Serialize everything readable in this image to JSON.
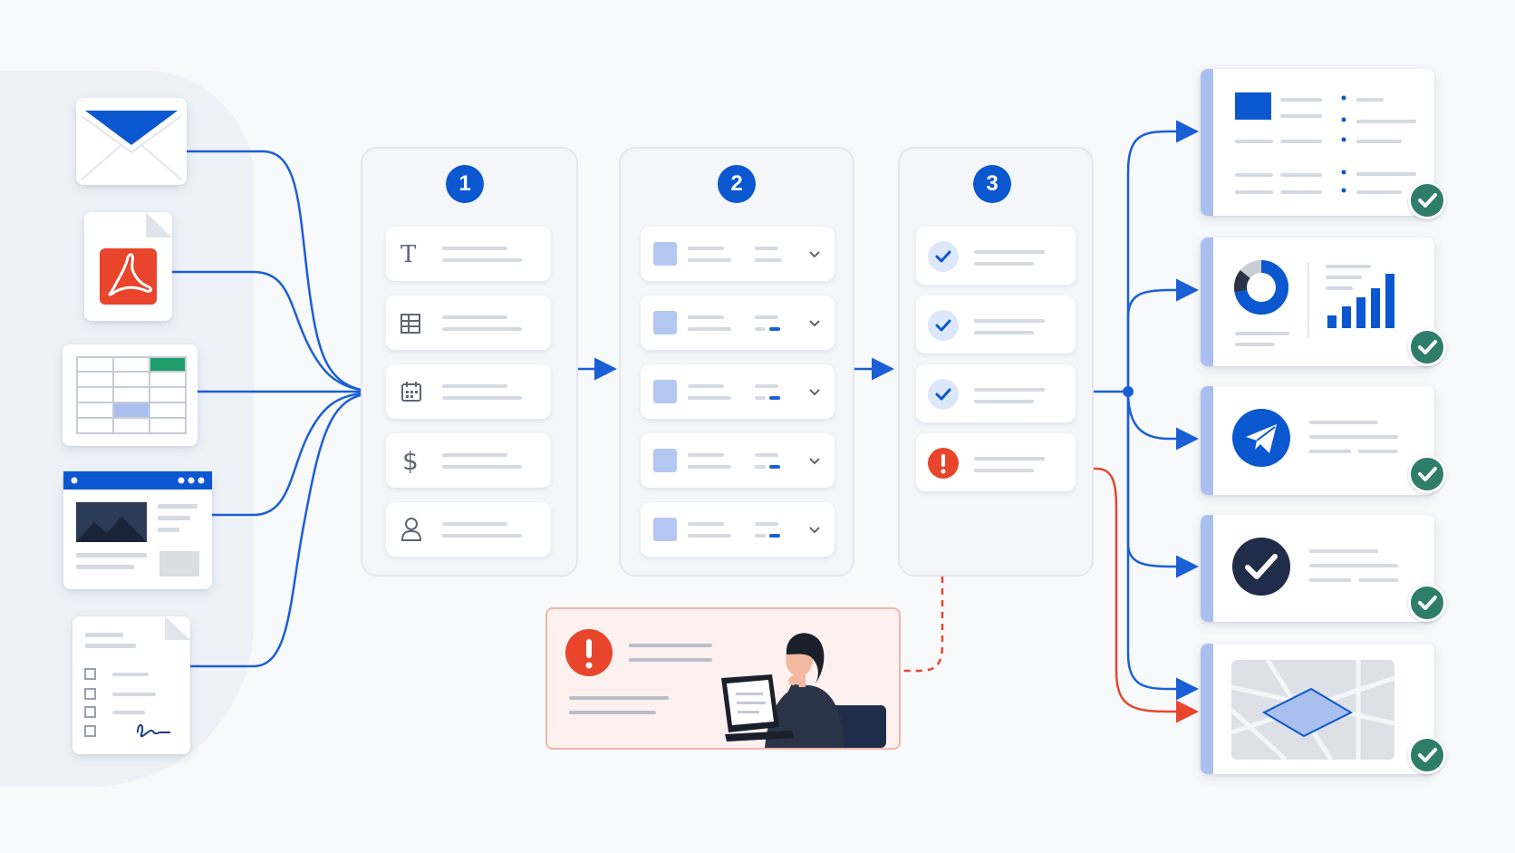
{
  "steps": [
    {
      "label": "1"
    },
    {
      "label": "2"
    },
    {
      "label": "3"
    }
  ],
  "sources": [
    "envelope-icon",
    "pdf-icon",
    "spreadsheet-icon",
    "webpage-icon",
    "form-icon"
  ],
  "extract_fields": [
    "text-field-icon",
    "table-field-icon",
    "calendar-field-icon",
    "dollar-field-icon",
    "person-field-icon"
  ],
  "validation_rows": [
    "check",
    "check",
    "check",
    "error"
  ],
  "outputs": [
    "report-card",
    "dashboard-card",
    "send-card",
    "approved-card",
    "map-card"
  ],
  "review": {
    "icon": "alert-icon"
  },
  "field_glyphs": {
    "text": "T",
    "dollar": "$"
  },
  "colors": {
    "primary": "#0b57d0",
    "error": "#e8452c",
    "success": "#2e7d6b",
    "accent_green": "#1e9e6a",
    "light_blue": "#a9c0ef"
  }
}
